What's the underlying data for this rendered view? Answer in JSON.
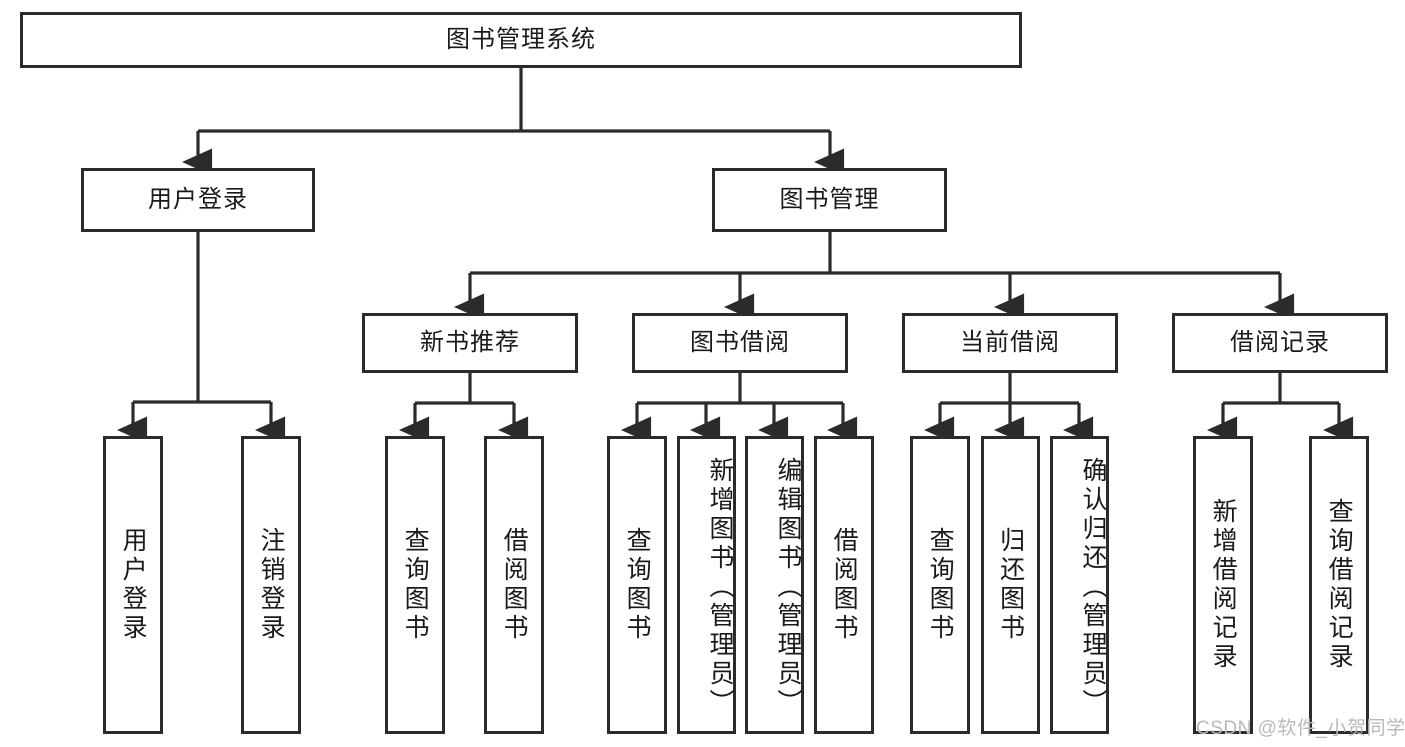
{
  "diagram": {
    "type": "tree",
    "title": "图书管理系统",
    "watermark": "CSDN @软件_小贺同学",
    "colors": {
      "box_border": "#2b2b2b",
      "box_fill": "#ffffff",
      "link": "#2b2b2b",
      "text": "#1a1a1a",
      "watermark": "#b9b9b9"
    },
    "root": {
      "label": "图书管理系统"
    },
    "level2": [
      {
        "label": "用户登录"
      },
      {
        "label": "图书管理"
      }
    ],
    "level3": [
      {
        "label": "新书推荐"
      },
      {
        "label": "图书借阅"
      },
      {
        "label": "当前借阅"
      },
      {
        "label": "借阅记录"
      }
    ],
    "leaves": {
      "user_login": [
        {
          "label": "用户登录"
        },
        {
          "label": "注销登录"
        }
      ],
      "new_book_recommend": [
        {
          "label": "查询图书"
        },
        {
          "label": "借阅图书"
        }
      ],
      "book_borrow": [
        {
          "label": "查询图书"
        },
        {
          "label": "新增图书（管理员）"
        },
        {
          "label": "编辑图书（管理员）"
        },
        {
          "label": "借阅图书"
        }
      ],
      "current_borrow": [
        {
          "label": "查询图书"
        },
        {
          "label": "归还图书"
        },
        {
          "label": "确认归还（管理员）"
        }
      ],
      "borrow_record": [
        {
          "label": "新增借阅记录"
        },
        {
          "label": "查询借阅记录"
        }
      ]
    }
  }
}
